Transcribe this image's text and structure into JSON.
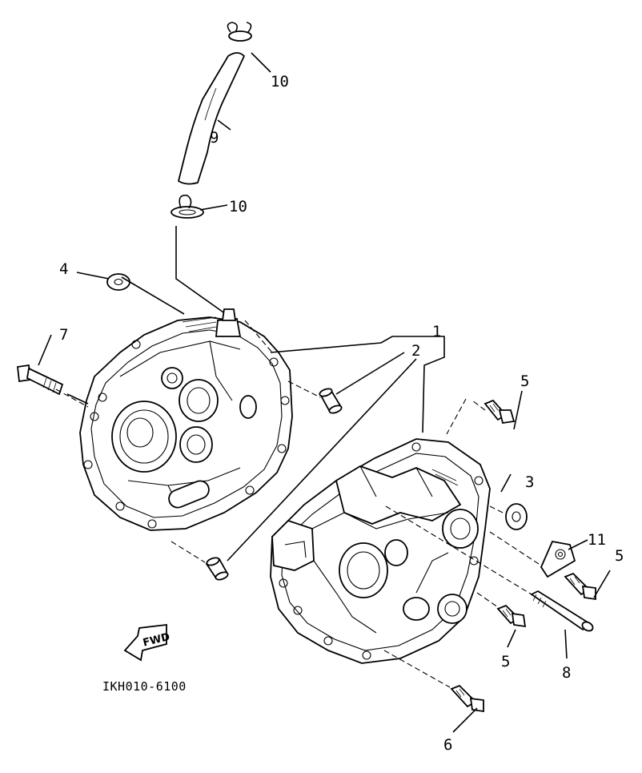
{
  "diagram_code": "IKH010-6100",
  "direction_label": "FWD",
  "callouts": {
    "c1": "1",
    "c2": "2",
    "c3": "3",
    "c4": "4",
    "c5a": "5",
    "c5b": "5",
    "c5c": "5",
    "c6": "6",
    "c7": "7",
    "c8": "8",
    "c9": "9",
    "c10a": "10",
    "c10b": "10",
    "c11": "11"
  }
}
